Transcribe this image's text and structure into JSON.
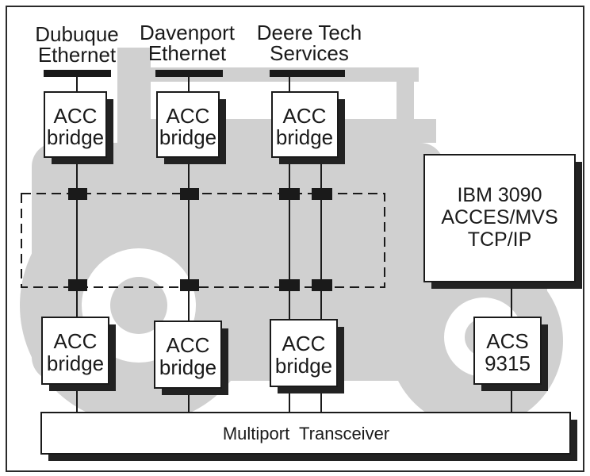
{
  "colors": {
    "background": "#ffffff",
    "frame": "#2a2a2a",
    "tractor_silhouette": "#d0d0d0",
    "box_fill": "#ffffff",
    "box_shadow": "#222222",
    "line": "#1a1a1a"
  },
  "networks": [
    {
      "line1": "Dubuque",
      "line2": "Ethernet"
    },
    {
      "line1": "Davenport",
      "line2": "Ethernet"
    },
    {
      "line1": "Deere Tech",
      "line2": "Services"
    }
  ],
  "top_bridges": [
    {
      "line1": "ACC",
      "line2": "bridge"
    },
    {
      "line1": "ACC",
      "line2": "bridge"
    },
    {
      "line1": "ACC",
      "line2": "bridge"
    }
  ],
  "bottom_bridges": [
    {
      "line1": "ACC",
      "line2": "bridge"
    },
    {
      "line1": "ACC",
      "line2": "bridge"
    },
    {
      "line1": "ACC",
      "line2": "bridge"
    }
  ],
  "mainframe": {
    "line1": "IBM 3090",
    "line2": "ACCES/MVS",
    "line3": "TCP/IP"
  },
  "acs": {
    "line1": "ACS",
    "line2": "9315"
  },
  "transceiver": {
    "label": "Multiport  Transceiver"
  }
}
